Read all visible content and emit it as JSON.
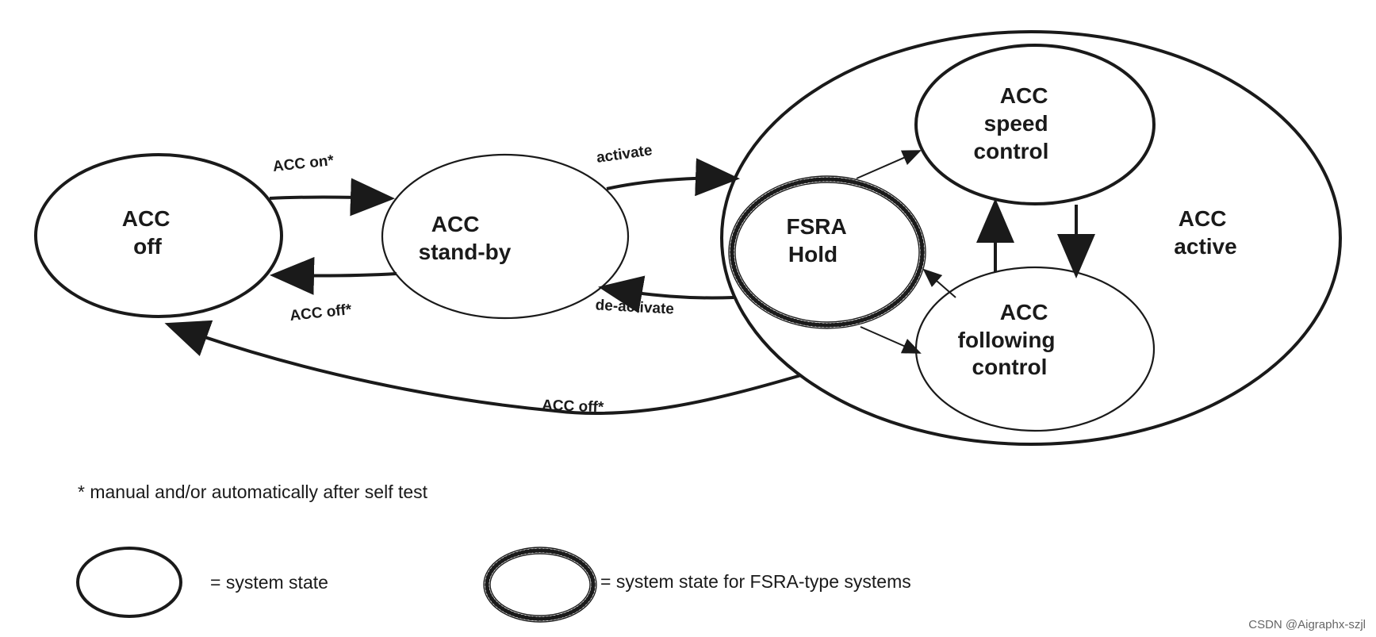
{
  "states": {
    "acc_off": [
      "ACC",
      "off"
    ],
    "acc_standby": [
      "ACC",
      "stand-by"
    ],
    "acc_active": [
      "ACC",
      "active"
    ],
    "acc_speed_control": [
      "ACC",
      "speed",
      "control"
    ],
    "acc_following_control": [
      "ACC",
      "following",
      "control"
    ],
    "fsra_hold": [
      "FSRA",
      "Hold"
    ]
  },
  "transitions": {
    "acc_on": "ACC on*",
    "acc_off_top": "ACC off*",
    "activate": "activate",
    "deactivate": "de-activate",
    "acc_off_bottom": "ACC off*"
  },
  "footnote": "*  manual and/or automatically after self test",
  "legend": {
    "system_state": "= system state",
    "fsra_state": "= system state for FSRA-type systems"
  },
  "watermark": "CSDN @Aigraphx-szjl"
}
